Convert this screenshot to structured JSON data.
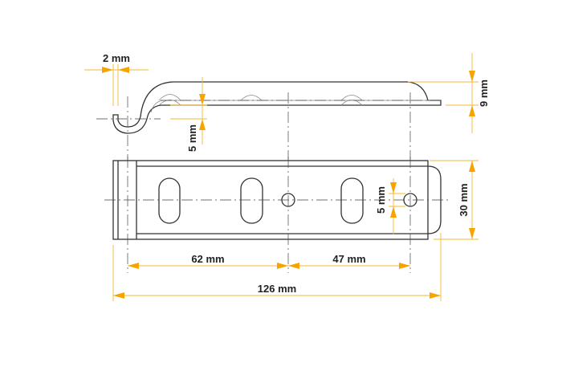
{
  "dimensions": {
    "wall_thickness": "2 mm",
    "hook_offset": "5 mm",
    "side_height": "9 mm",
    "hole_diameter": "5 mm",
    "width": "30 mm",
    "hole_spacing_1": "62 mm",
    "hole_spacing_2": "47 mm",
    "total_length": "126 mm"
  },
  "colors": {
    "dimension_line": "#f7b733",
    "arrow": "#f7a400",
    "outline": "#333333"
  }
}
